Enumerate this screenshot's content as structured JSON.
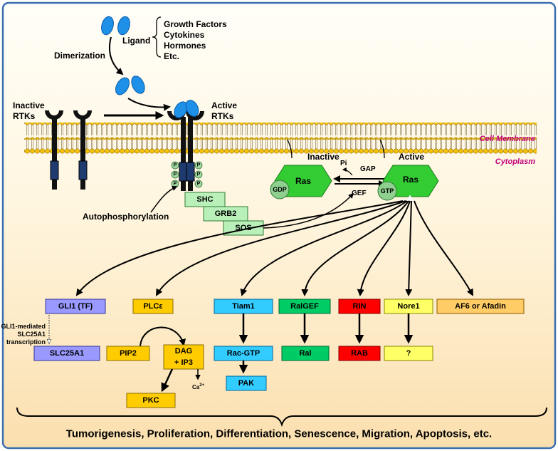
{
  "ligand": {
    "label": "Ligand",
    "types": [
      "Growth Factors",
      "Cytokines",
      "Hormones",
      "Etc."
    ]
  },
  "dimerization": "Dimerization",
  "inactive_rtks": [
    "Inactive",
    "RTKs"
  ],
  "active_rtks": [
    "Active",
    "RTKs"
  ],
  "membrane": {
    "label": "Cell Membrane",
    "cytoplasm": "Cytoplasm"
  },
  "phospho": "P",
  "autophosphorylation": "Autophosphorylation",
  "adaptors": {
    "shc": "SHC",
    "grb2": "GRB2",
    "sos": "SOS"
  },
  "ras": {
    "inactive_label": "Inactive",
    "active_label": "Active",
    "name": "Ras",
    "gdp": "GDP",
    "gtp": "GTP",
    "pi": "Pi",
    "gap": "GAP",
    "gef": "GEF"
  },
  "effectors": {
    "gli1": "GLI1 (TF)",
    "gli1_note": [
      "GLI1-mediated",
      "SLC25A1",
      "transcription"
    ],
    "slc25a1": "SLC25A1",
    "plce": "PLCε",
    "pip2": "PIP2",
    "dag_ip3": [
      "DAG",
      "+ IP3"
    ],
    "ca": "Ca",
    "ca_sup": "2+",
    "pkc": "PKC",
    "tiam1": "Tiam1",
    "rac_gtp": "Rac-GTP",
    "pak": "PAK",
    "ralgef": "RalGEF",
    "ral": "Ral",
    "rin": "RIN",
    "rab": "RAB",
    "nore1": "Nore1",
    "unknown": "?",
    "af6": "AF6 or Afadin"
  },
  "outcome": "Tumorigenesis, Proliferation, Differentiation, Senescence, Migration, Apoptosis, etc.",
  "colors": {
    "bg_top": "#fffdf5",
    "bg_bottom": "#fbe3b6",
    "border": "#3a6fb0",
    "ligand_blue": "#1e90e8",
    "ras_green": "#33cc33",
    "nucleotide_green": "#8fcf8f",
    "adaptor_green": "#b9f0b9",
    "gli_purple": "#9999ff",
    "plc_yellow": "#ffcc00",
    "tiam_cyan": "#33ccff",
    "ralgef_green": "#00cc66",
    "rin_red": "#ff0000",
    "nore_yellow": "#ffff66",
    "af6_orange": "#ffcc66",
    "phospho_green": "#9fd49f",
    "membrane_gold": "#f4c20d",
    "label_magenta": "#c0007a"
  }
}
